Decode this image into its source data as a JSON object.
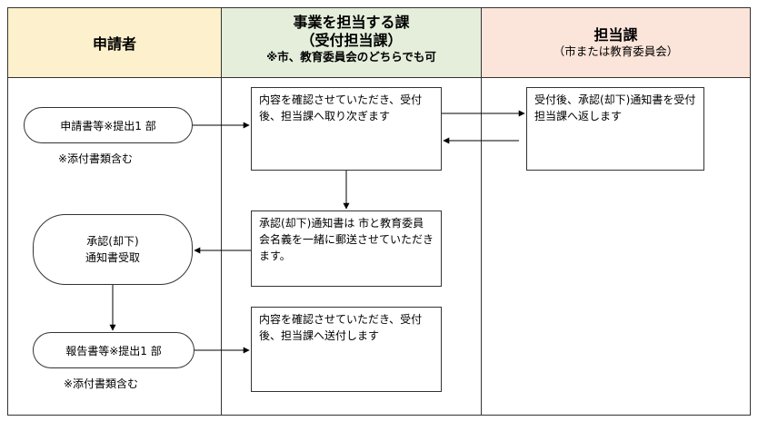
{
  "headers": {
    "applicant": {
      "title": "申請者"
    },
    "business_dept": {
      "title": "事業を担当する課",
      "subtitle": "（受付担当課）",
      "note": "※市、教育委員会のどちらでも可"
    },
    "responsible_dept": {
      "title": "担当課",
      "subtitle": "（市または教育委員会）"
    }
  },
  "nodes": {
    "submit_application": "申請書等※提出1 部",
    "attachment_note_1": "※添付書類含む",
    "confirm_forward": "内容を確認させていただき、受付後、担当課へ取り次ぎます",
    "return_notice": "受付後、承認(却下)通知書を受付担当課へ返します",
    "mail_notice": "承認(却下)通知書は 市と教育委員会名義を一緒に郵送させていただきます。",
    "receive_notice": "承認(却下)\n通知書受取",
    "submit_report": "報告書等※提出1 部",
    "attachment_note_2": "※添付書類含む",
    "confirm_send": "内容を確認させていただき、受付後、担当課へ送付します"
  }
}
